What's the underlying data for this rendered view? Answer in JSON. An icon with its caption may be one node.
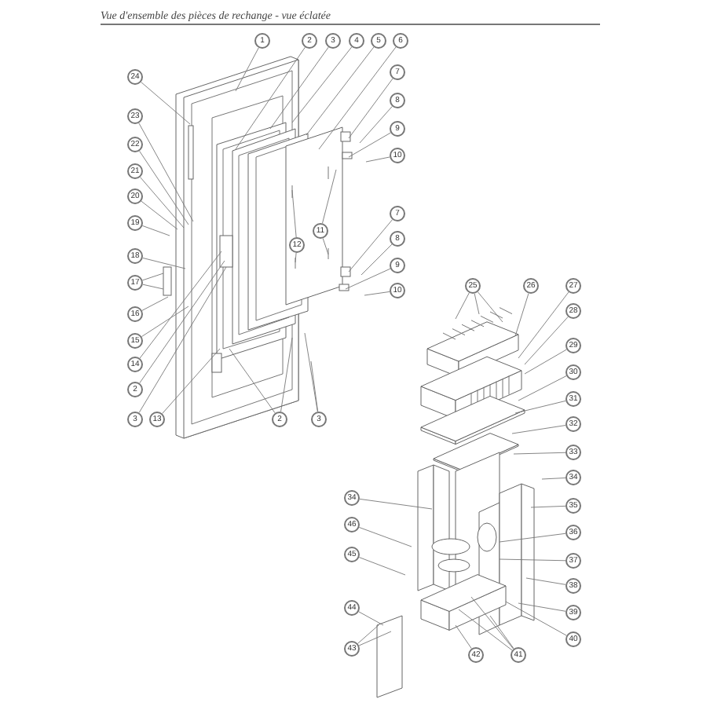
{
  "diagram": {
    "title": "Vue d'ensemble des pièces de rechange - vue éclatée",
    "nodes": [
      {
        "text": [
          "1"
        ]
      },
      {
        "text": [
          "2"
        ]
      },
      {
        "text": [
          "3"
        ]
      },
      {
        "text": [
          "4"
        ]
      },
      {
        "text": [
          "5"
        ]
      },
      {
        "text": [
          "6"
        ]
      },
      {
        "text": [
          "7"
        ]
      },
      {
        "text": [
          "8"
        ]
      },
      {
        "text": [
          "9"
        ]
      },
      {
        "text": [
          "10"
        ]
      },
      {
        "text": [
          "24"
        ]
      },
      {
        "text": [
          "23"
        ]
      },
      {
        "text": [
          "22"
        ]
      },
      {
        "text": [
          "21"
        ]
      },
      {
        "text": [
          "20"
        ]
      },
      {
        "text": [
          "19"
        ]
      },
      {
        "text": [
          "11"
        ]
      },
      {
        "text": [
          "12"
        ]
      },
      {
        "text": [
          "7"
        ]
      },
      {
        "text": [
          "8"
        ]
      },
      {
        "text": [
          "9"
        ]
      },
      {
        "text": [
          "10"
        ]
      },
      {
        "text": [
          "18"
        ]
      },
      {
        "text": [
          "17"
        ]
      },
      {
        "text": [
          "16"
        ]
      },
      {
        "text": [
          "15"
        ]
      },
      {
        "text": [
          "14"
        ]
      },
      {
        "text": [
          "2"
        ]
      },
      {
        "text": [
          "3"
        ]
      },
      {
        "text": [
          "13"
        ]
      },
      {
        "text": [
          "2"
        ]
      },
      {
        "text": [
          "3"
        ]
      },
      {
        "text": [
          "25"
        ]
      },
      {
        "text": [
          "26"
        ]
      },
      {
        "text": [
          "27"
        ]
      },
      {
        "text": [
          "28"
        ]
      },
      {
        "text": [
          "29"
        ]
      },
      {
        "text": [
          "30"
        ]
      },
      {
        "text": [
          "31"
        ]
      },
      {
        "text": [
          "32"
        ]
      },
      {
        "text": [
          "33"
        ]
      },
      {
        "text": [
          "34"
        ]
      },
      {
        "text": [
          "35"
        ]
      },
      {
        "text": [
          "36"
        ]
      },
      {
        "text": [
          "37"
        ]
      },
      {
        "text": [
          "38"
        ]
      },
      {
        "text": [
          "39"
        ]
      },
      {
        "text": [
          "40"
        ]
      },
      {
        "text": [
          "34"
        ]
      },
      {
        "text": [
          "46"
        ]
      },
      {
        "text": [
          "45"
        ]
      },
      {
        "text": [
          "44"
        ]
      },
      {
        "text": [
          "43"
        ]
      },
      {
        "text": [
          "42"
        ]
      },
      {
        "text": [
          "41"
        ]
      }
    ],
    "edges": [
      {
        "from": 0,
        "to": null,
        "arrow": "none"
      },
      {
        "from": 1,
        "to": null,
        "arrow": "none"
      },
      {
        "from": 2,
        "to": null,
        "arrow": "none"
      },
      {
        "from": 3,
        "to": null,
        "arrow": "none"
      },
      {
        "from": 4,
        "to": null,
        "arrow": "none"
      },
      {
        "from": 5,
        "to": null,
        "arrow": "none"
      },
      {
        "from": 6,
        "to": null,
        "arrow": "none"
      },
      {
        "from": 7,
        "to": null,
        "arrow": "none"
      },
      {
        "from": 8,
        "to": null,
        "arrow": "none"
      },
      {
        "from": 9,
        "to": null,
        "arrow": "none"
      },
      {
        "from": 10,
        "to": null,
        "arrow": "none"
      },
      {
        "from": 11,
        "to": null,
        "arrow": "none"
      },
      {
        "from": 12,
        "to": null,
        "arrow": "none"
      },
      {
        "from": 13,
        "to": null,
        "arrow": "none"
      },
      {
        "from": 14,
        "to": null,
        "arrow": "none"
      },
      {
        "from": 15,
        "to": null,
        "arrow": "none"
      },
      {
        "from": 16,
        "to": null,
        "arrow": "none"
      },
      {
        "from": 16,
        "to": null,
        "arrow": "none"
      },
      {
        "from": 17,
        "to": null,
        "arrow": "none"
      },
      {
        "from": 17,
        "to": null,
        "arrow": "none"
      },
      {
        "from": 18,
        "to": null,
        "arrow": "none"
      },
      {
        "from": 19,
        "to": null,
        "arrow": "none"
      },
      {
        "from": 20,
        "to": null,
        "arrow": "none"
      },
      {
        "from": 21,
        "to": null,
        "arrow": "none"
      },
      {
        "from": 22,
        "to": null,
        "arrow": "none"
      },
      {
        "from": 23,
        "to": null,
        "arrow": "none"
      },
      {
        "from": 23,
        "to": null,
        "arrow": "none"
      },
      {
        "from": 24,
        "to": null,
        "arrow": "none"
      },
      {
        "from": 25,
        "to": null,
        "arrow": "none"
      },
      {
        "from": 26,
        "to": null,
        "arrow": "none"
      },
      {
        "from": 27,
        "to": null,
        "arrow": "none"
      },
      {
        "from": 28,
        "to": null,
        "arrow": "none"
      },
      {
        "from": 29,
        "to": null,
        "arrow": "none"
      },
      {
        "from": 30,
        "to": null,
        "arrow": "none"
      },
      {
        "from": 30,
        "to": null,
        "arrow": "none"
      },
      {
        "from": 31,
        "to": null,
        "arrow": "none"
      },
      {
        "from": 31,
        "to": null,
        "arrow": "none"
      },
      {
        "from": 32,
        "to": null,
        "arrow": "none"
      },
      {
        "from": 32,
        "to": null,
        "arrow": "none"
      },
      {
        "from": 32,
        "to": null,
        "arrow": "none"
      },
      {
        "from": 33,
        "to": null,
        "arrow": "none"
      },
      {
        "from": 34,
        "to": null,
        "arrow": "none"
      },
      {
        "from": 35,
        "to": null,
        "arrow": "none"
      },
      {
        "from": 36,
        "to": null,
        "arrow": "none"
      },
      {
        "from": 37,
        "to": null,
        "arrow": "none"
      },
      {
        "from": 38,
        "to": null,
        "arrow": "none"
      },
      {
        "from": 39,
        "to": null,
        "arrow": "none"
      },
      {
        "from": 40,
        "to": null,
        "arrow": "none"
      },
      {
        "from": 41,
        "to": null,
        "arrow": "none"
      },
      {
        "from": 42,
        "to": null,
        "arrow": "none"
      },
      {
        "from": 43,
        "to": null,
        "arrow": "none"
      },
      {
        "from": 44,
        "to": null,
        "arrow": "none"
      },
      {
        "from": 45,
        "to": null,
        "arrow": "none"
      },
      {
        "from": 46,
        "to": null,
        "arrow": "none"
      },
      {
        "from": 47,
        "to": null,
        "arrow": "none"
      },
      {
        "from": 48,
        "to": null,
        "arrow": "none"
      },
      {
        "from": 49,
        "to": null,
        "arrow": "none"
      },
      {
        "from": 50,
        "to": null,
        "arrow": "none"
      },
      {
        "from": 51,
        "to": null,
        "arrow": "none"
      },
      {
        "from": 52,
        "to": null,
        "arrow": "none"
      },
      {
        "from": 52,
        "to": null,
        "arrow": "none"
      },
      {
        "from": 53,
        "to": null,
        "arrow": "none"
      },
      {
        "from": 54,
        "to": null,
        "arrow": "none"
      },
      {
        "from": 54,
        "to": null,
        "arrow": "none"
      },
      {
        "from": 54,
        "to": null,
        "arrow": "none"
      }
    ]
  }
}
